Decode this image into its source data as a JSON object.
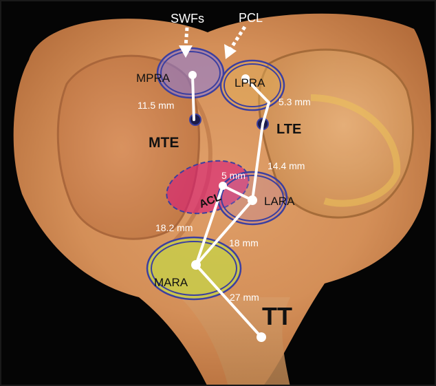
{
  "figure": {
    "pointers": {
      "swfs": "SWFs",
      "pcl": "PCL"
    },
    "sites": {
      "mpra": "MPRA",
      "lpra": "LPRA",
      "lara": "LARA",
      "mara": "MARA",
      "acl": "ACL",
      "mte": "MTE",
      "lte": "LTE",
      "tt": "TT"
    },
    "distances": {
      "mpra_mte": "11.5 mm",
      "lpra_lte": "5.3 mm",
      "acl_lara": "5 mm",
      "lte_lara": "14.4 mm",
      "acl_mara": "18.2 mm",
      "lara_mara": "18 mm",
      "mara_tt": "27 mm"
    },
    "colors": {
      "ring": "#3b3fa0",
      "acl_fill": "#d81b78",
      "mara_fill": "#c8cc4a",
      "line": "#ffffff",
      "label_dark": "#111111",
      "label_light": "#ffffff"
    }
  }
}
